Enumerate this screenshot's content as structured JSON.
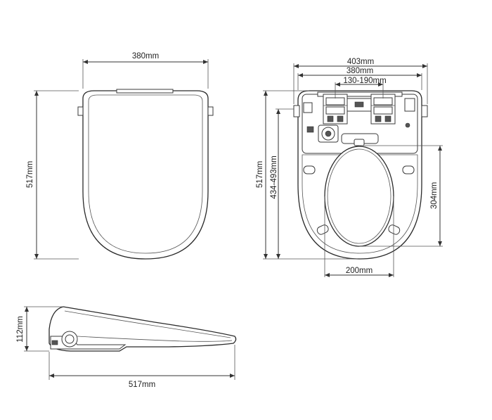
{
  "dimensions": {
    "front_width": "380mm",
    "front_length": "517mm",
    "top_overall_width": "403mm",
    "top_width": "380mm",
    "top_mount_spacing": "130-190mm",
    "top_length": "517mm",
    "top_mount_range": "434-493mm",
    "top_opening_width": "200mm",
    "top_opening_length": "304mm",
    "side_height": "112mm",
    "side_length": "517mm"
  }
}
